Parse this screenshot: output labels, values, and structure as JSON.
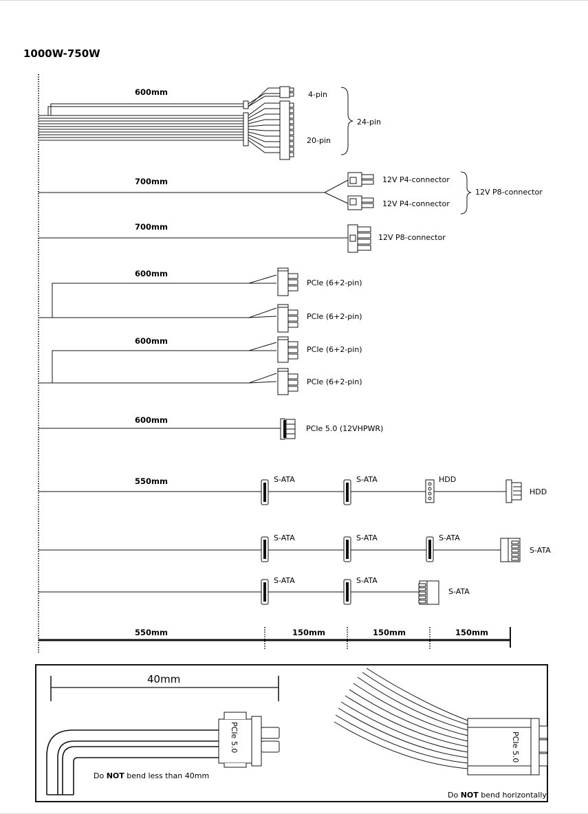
{
  "title": "1000W-750W",
  "cables": {
    "atx": {
      "length": "600mm",
      "pin4": "4-pin",
      "pin20": "20-pin",
      "pin24": "24-pin"
    },
    "cpu_split": {
      "length": "700mm",
      "p4_a": "12V P4-connector",
      "p4_b": "12V P4-connector",
      "p8_group": "12V P8-connector"
    },
    "cpu_p8": {
      "length": "700mm",
      "label": "12V P8-connector"
    },
    "pcie_a": {
      "length": "600mm",
      "c1": "PCIe (6+2-pin)",
      "c2": "PCIe (6+2-pin)"
    },
    "pcie_b": {
      "length": "600mm",
      "c1": "PCIe (6+2-pin)",
      "c2": "PCIe (6+2-pin)"
    },
    "pcie5": {
      "length": "600mm",
      "label": "PCIe 5.0 (12VHPWR)"
    },
    "sata_hdd": {
      "length": "550mm",
      "s1": "S-ATA",
      "s2": "S-ATA",
      "h1": "HDD",
      "h2": "HDD"
    },
    "sata_4": {
      "s1": "S-ATA",
      "s2": "S-ATA",
      "s3": "S-ATA",
      "s4": "S-ATA"
    },
    "sata_3": {
      "s1": "S-ATA",
      "s2": "S-ATA",
      "s3": "S-ATA"
    }
  },
  "scale": {
    "seg1": "550mm",
    "seg2": "150mm",
    "seg3": "150mm",
    "seg4": "150mm"
  },
  "bend_box": {
    "radius": "40mm",
    "connector_label_left": "PCIe 5.0",
    "connector_label_right": "PCIe 5.0",
    "note_left": {
      "pre": "Do ",
      "strong": "NOT",
      "post": " bend less than 40mm"
    },
    "note_right": {
      "pre": "Do ",
      "strong": "NOT",
      "post": " bend horizontally"
    }
  }
}
